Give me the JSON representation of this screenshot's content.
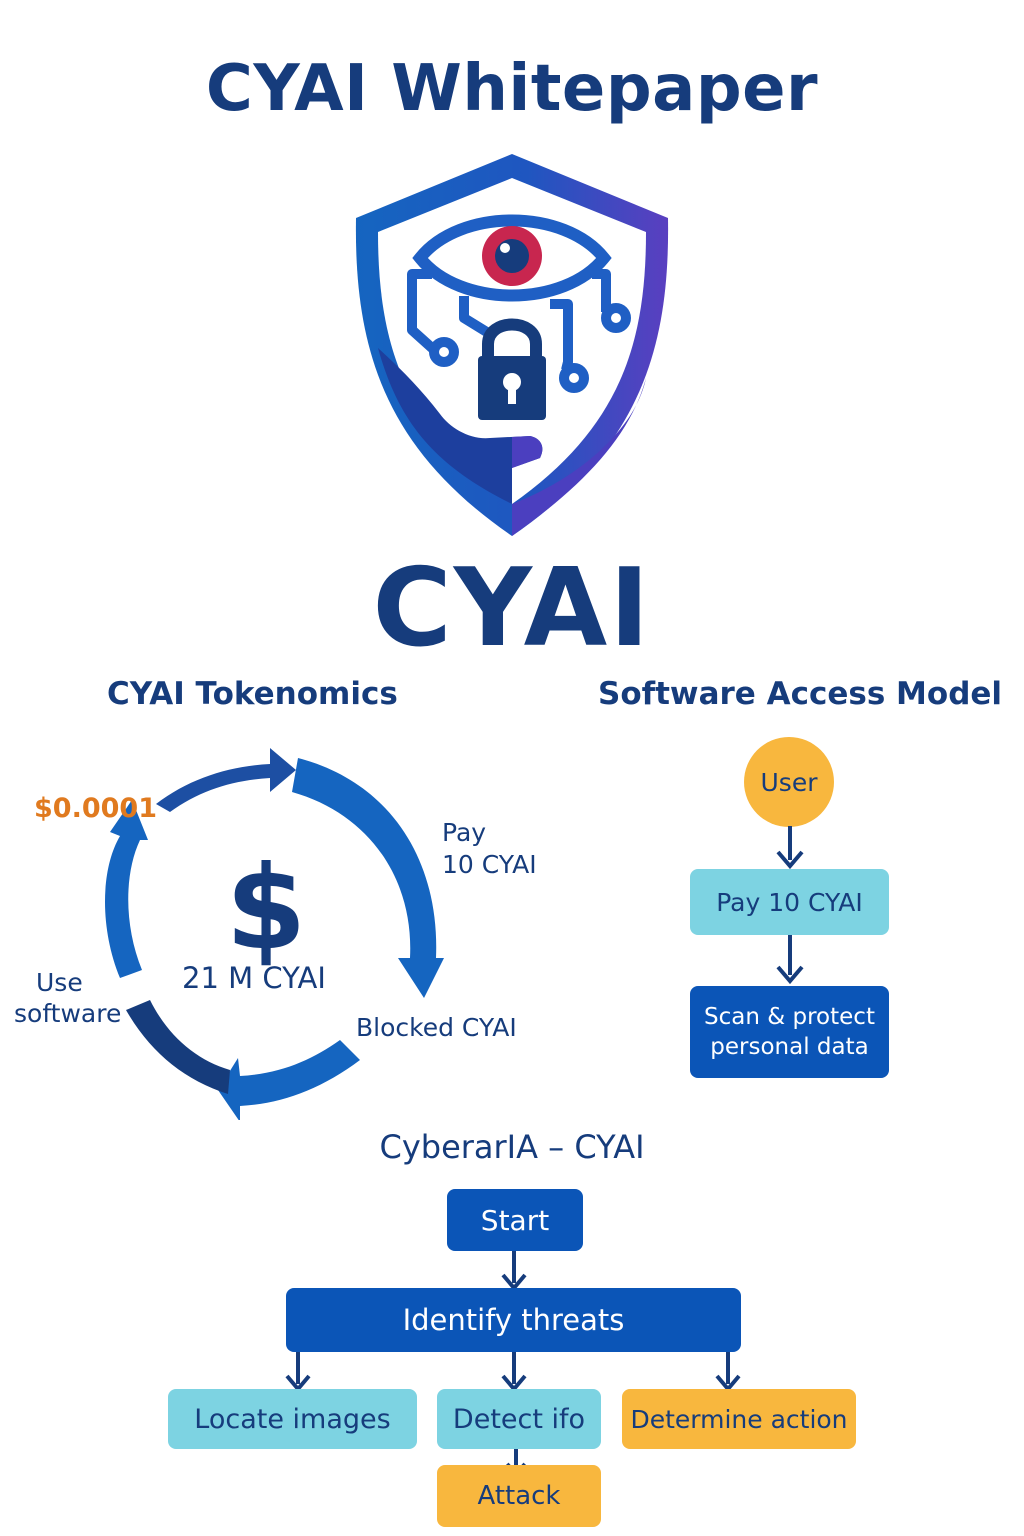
{
  "title": "CYAI Whitepaper",
  "logo": {
    "wordmark": "CYAI",
    "icons": [
      "shield-icon",
      "eye-icon",
      "circuit-icon",
      "padlock-icon",
      "hand-icon"
    ],
    "colors": {
      "blue": "#1565c0",
      "purple": "#5a3fc0",
      "navy": "#163c7c",
      "iris": "#c8264f"
    }
  },
  "tokenomics": {
    "title": "CYAI Tokenomics",
    "center_symbol": "$",
    "center_label": "21 M CYAI",
    "price": "$0.0001",
    "pay_line1": "Pay",
    "pay_line2": "10 CYAI",
    "blocked": "Blocked CYAI",
    "use_line1": "Use",
    "use_line2": "software"
  },
  "access_model": {
    "title": "Software Access Model",
    "user": "User",
    "pay": "Pay 10 CYAI",
    "scan_line1": "Scan & protect",
    "scan_line2": "personal data"
  },
  "flow": {
    "title": "CyberarIA – CYAI",
    "start": "Start",
    "identify": "Identify threats",
    "locate": "Locate images",
    "detect": "Detect ifo",
    "determine": "Determine action",
    "attack": "Attack"
  }
}
